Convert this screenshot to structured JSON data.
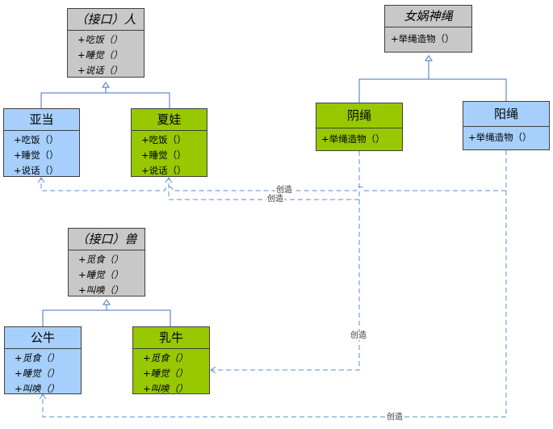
{
  "colors": {
    "interface_fill": "#c8c8c8",
    "blue_fill": "#a6d0fb",
    "green_fill": "#98c800",
    "line_color": "#4472c4",
    "dash_color": "#5b8fd6"
  },
  "classes": {
    "human_interface": {
      "name": "（接口）人",
      "methods": [
        "+吃饭（）",
        "+睡觉（）",
        "+说话（）"
      ]
    },
    "nuwa_rope": {
      "name": "女娲神绳",
      "methods": [
        "+举绳造物（）"
      ]
    },
    "adam": {
      "name": "亚当",
      "methods": [
        "+吃饭（）",
        "+睡觉（）",
        "+说话（）"
      ]
    },
    "eve": {
      "name": "夏娃",
      "methods": [
        "+吃饭（）",
        "+睡觉（）",
        "+说话（）"
      ]
    },
    "yin_rope": {
      "name": "阴绳",
      "methods": [
        "+举绳造物（）"
      ]
    },
    "yang_rope": {
      "name": "阳绳",
      "methods": [
        "+举绳造物（）"
      ]
    },
    "beast_interface": {
      "name": "（接口）兽",
      "methods": [
        "+觅食（）",
        "+睡觉（）",
        "+叫唤（）"
      ]
    },
    "bull": {
      "name": "公牛",
      "methods": [
        "+觅食（）",
        "+睡觉（）",
        "+叫唤（）"
      ]
    },
    "cow": {
      "name": "乳牛",
      "methods": [
        "+觅食（）",
        "+睡觉（）",
        "+叫唤（）"
      ]
    }
  },
  "edge_labels": {
    "yang_creates_adam": "创造",
    "yin_creates_eve": "创造",
    "yin_creates_cow": "创造",
    "yang_creates_bull": "创造"
  }
}
